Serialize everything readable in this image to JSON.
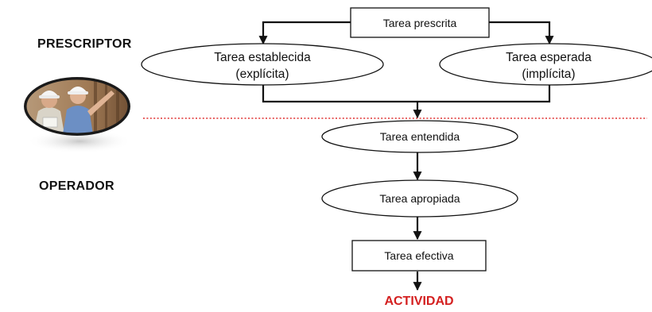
{
  "labels": {
    "prescriptor": "PRESCRIPTOR",
    "operador": "OPERADOR"
  },
  "nodes": {
    "tarea_prescrita": "Tarea prescrita",
    "tarea_establecida_line1": "Tarea establecida",
    "tarea_establecida_line2": "(explícita)",
    "tarea_esperada_line1": "Tarea esperada",
    "tarea_esperada_line2": "(implícita)",
    "tarea_entendida": "Tarea entendida",
    "tarea_apropiada": "Tarea apropiada",
    "tarea_efectiva": "Tarea efectiva"
  },
  "result": "ACTIVIDAD",
  "colors": {
    "divider": "#e03030",
    "result": "#d42020",
    "stroke": "#111111"
  },
  "photo": {
    "icon": "workers-photo-icon"
  }
}
